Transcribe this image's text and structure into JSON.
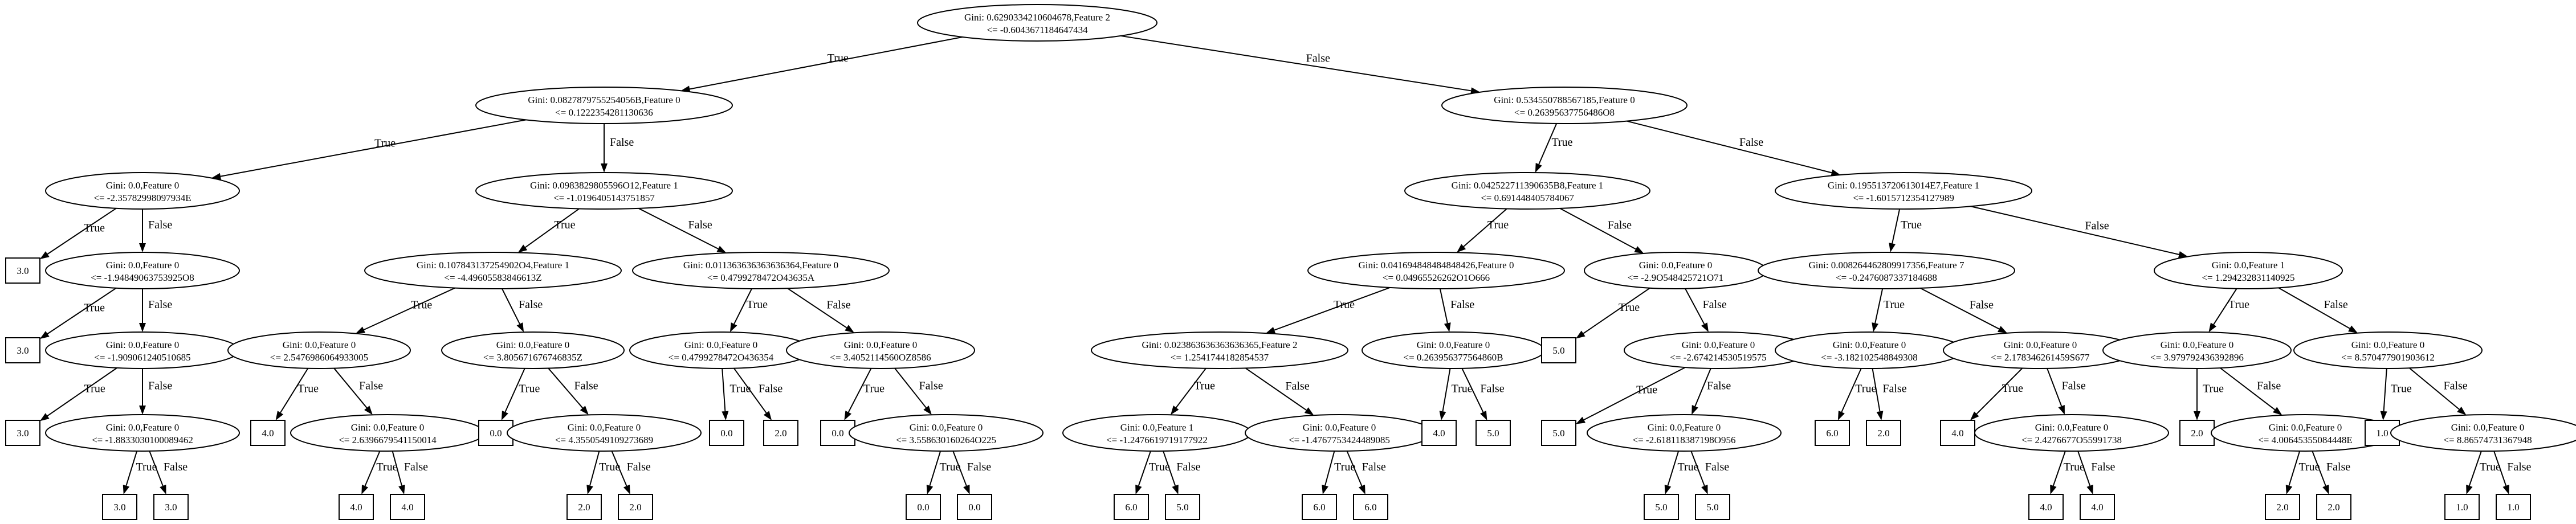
{
  "tree": {
    "nodes": [
      {
        "id": "root",
        "l1": "Gini: 0.6290334210604678,Feature 2",
        "l2": "<= -0.6043671184647434"
      },
      {
        "id": "n1",
        "l1": "Gini: 0.0827879755254056B,Feature 0",
        "l2": "<= 0.1222354281130636"
      },
      {
        "id": "n2",
        "l1": "Gini: 0.534550788567185,Feature 0",
        "l2": "<= 0.26395637756486O8"
      },
      {
        "id": "n3",
        "l1": "Gini: 0.0,Feature 0",
        "l2": "<= -2.35782998097934E"
      },
      {
        "id": "n4",
        "l1": "Gini: 0.0983829805596O12,Feature 1",
        "l2": "<= -1.0196405143751857"
      },
      {
        "id": "n5",
        "l1": "Gini: 0.042522711390635B8,Feature 1",
        "l2": "<= 0.691448405784067"
      },
      {
        "id": "n6",
        "l1": "Gini: 0.195513720613014E7,Feature 1",
        "l2": "<= -1.6015712354127989"
      },
      {
        "id": "n7",
        "l1": "3.0"
      },
      {
        "id": "n8",
        "l1": "Gini: 0.0,Feature 0",
        "l2": "<= -1.94849063753925O8"
      },
      {
        "id": "n9",
        "l1": "Gini: 0.107843137254902O4,Feature 1",
        "l2": "<= -4.49605583846613Z"
      },
      {
        "id": "n10",
        "l1": "Gini: 0.011363636363636364,Feature 0",
        "l2": "<= 0.4799278472O43635A"
      },
      {
        "id": "n11",
        "l1": "Gini: 0.041694848484848426,Feature 0",
        "l2": "<= 0.04965526262O1O666"
      },
      {
        "id": "n12",
        "l1": "Gini: 0.0,Feature 0",
        "l2": "<= -2.9O548425721O71"
      },
      {
        "id": "n13",
        "l1": "Gini: 0.008264462809917356,Feature 7",
        "l2": "<= -0.2476087337184688"
      },
      {
        "id": "n14",
        "l1": "Gini: 0.0,Feature 1",
        "l2": "<= 1.294232831140925"
      },
      {
        "id": "n15",
        "l1": "3.0"
      },
      {
        "id": "n16",
        "l1": "Gini: 0.0,Feature 0",
        "l2": "<= -1.909061240510685"
      },
      {
        "id": "n17",
        "l1": "Gini: 0.0,Feature 0",
        "l2": "<= 2.5476986064933005"
      },
      {
        "id": "n18",
        "l1": "Gini: 0.0,Feature 0",
        "l2": "<= 3.805671676746835Z"
      },
      {
        "id": "n19",
        "l1": "Gini: 0.0,Feature 0",
        "l2": "<= 0.4799278472O436354"
      },
      {
        "id": "n20",
        "l1": "Gini: 0.0,Feature 0",
        "l2": "<= 3.4052114560OZ8586"
      },
      {
        "id": "n21",
        "l1": "Gini: 0.023863636363636365,Feature 2",
        "l2": "<= 1.2541744182854537"
      },
      {
        "id": "n22",
        "l1": "Gini: 0.0,Feature 0",
        "l2": "<= 0.263956377564860B"
      },
      {
        "id": "n23",
        "l1": "5.0"
      },
      {
        "id": "n24",
        "l1": "Gini: 0.0,Feature 0",
        "l2": "<= -2.674214530519575"
      },
      {
        "id": "n25",
        "l1": "Gini: 0.0,Feature 0",
        "l2": "<= -3.182102548849308"
      },
      {
        "id": "n26",
        "l1": "Gini: 0.0,Feature 0",
        "l2": "<= 2.178346261459S677"
      },
      {
        "id": "n27",
        "l1": "Gini: 0.0,Feature 0",
        "l2": "<= 3.979792436392896"
      },
      {
        "id": "n28",
        "l1": "Gini: 0.0,Feature 0",
        "l2": "<= 8.570477901903612"
      },
      {
        "id": "n29",
        "l1": "3.0"
      },
      {
        "id": "n30",
        "l1": "Gini: 0.0,Feature 0",
        "l2": "<= -1.8833030100089462"
      },
      {
        "id": "n31",
        "l1": "4.0"
      },
      {
        "id": "n32",
        "l1": "Gini: 0.0,Feature 0",
        "l2": "<= 2.6396679541150014"
      },
      {
        "id": "n33",
        "l1": "0.0"
      },
      {
        "id": "n34",
        "l1": "Gini: 0.0,Feature 0",
        "l2": "<= 4.3550549109273689"
      },
      {
        "id": "n35",
        "l1": "0.0"
      },
      {
        "id": "n36",
        "l1": "2.0"
      },
      {
        "id": "n37",
        "l1": "0.0"
      },
      {
        "id": "n38",
        "l1": "Gini: 0.0,Feature 0",
        "l2": "<= 3.558630160264O225"
      },
      {
        "id": "n39",
        "l1": "Gini: 0.0,Feature 1",
        "l2": "<= -1.2476619719177922"
      },
      {
        "id": "n40",
        "l1": "Gini: 0.0,Feature 0",
        "l2": "<= -1.4767753424489085"
      },
      {
        "id": "n41",
        "l1": "4.0"
      },
      {
        "id": "n42",
        "l1": "5.0"
      },
      {
        "id": "n43",
        "l1": "5.0"
      },
      {
        "id": "n44",
        "l1": "Gini: 0.0,Feature 0",
        "l2": "<= -2.618118387198O956"
      },
      {
        "id": "n45",
        "l1": "6.0"
      },
      {
        "id": "n46",
        "l1": "2.0"
      },
      {
        "id": "n47",
        "l1": "4.0"
      },
      {
        "id": "n48",
        "l1": "Gini: 0.0,Feature 0",
        "l2": "<= 2.4276677O55991738"
      },
      {
        "id": "n49",
        "l1": "2.0"
      },
      {
        "id": "n50",
        "l1": "Gini: 0.0,Feature 0",
        "l2": "<= 4.00645355084448E"
      },
      {
        "id": "n51",
        "l1": "1.0"
      },
      {
        "id": "n52",
        "l1": "Gini: 0.0,Feature 0",
        "l2": "<= 8.86574731367948"
      },
      {
        "id": "n53",
        "l1": "3.0"
      },
      {
        "id": "n54",
        "l1": "3.0"
      },
      {
        "id": "n55",
        "l1": "4.0"
      },
      {
        "id": "n56",
        "l1": "4.0"
      },
      {
        "id": "n57",
        "l1": "2.0"
      },
      {
        "id": "n58",
        "l1": "2.0"
      },
      {
        "id": "n59",
        "l1": "0.0"
      },
      {
        "id": "n60",
        "l1": "0.0"
      },
      {
        "id": "n61",
        "l1": "6.0"
      },
      {
        "id": "n62",
        "l1": "5.0"
      },
      {
        "id": "n63",
        "l1": "6.0"
      },
      {
        "id": "n64",
        "l1": "6.0"
      },
      {
        "id": "n65",
        "l1": "5.0"
      },
      {
        "id": "n66",
        "l1": "5.0"
      },
      {
        "id": "n67",
        "l1": "4.0"
      },
      {
        "id": "n68",
        "l1": "4.0"
      },
      {
        "id": "n69",
        "l1": "2.0"
      },
      {
        "id": "n70",
        "l1": "2.0"
      },
      {
        "id": "n71",
        "l1": "1.0"
      },
      {
        "id": "n72",
        "l1": "1.0"
      }
    ],
    "edges": [
      {
        "from": "root",
        "to": "n1",
        "label": "True"
      },
      {
        "from": "root",
        "to": "n2",
        "label": "False"
      },
      {
        "from": "n1",
        "to": "n3",
        "label": "True"
      },
      {
        "from": "n1",
        "to": "n4",
        "label": "False"
      },
      {
        "from": "n2",
        "to": "n5",
        "label": "True"
      },
      {
        "from": "n2",
        "to": "n6",
        "label": "False"
      },
      {
        "from": "n3",
        "to": "n7",
        "label": "True"
      },
      {
        "from": "n3",
        "to": "n8",
        "label": "False"
      },
      {
        "from": "n4",
        "to": "n9",
        "label": "True"
      },
      {
        "from": "n4",
        "to": "n10",
        "label": "False"
      },
      {
        "from": "n5",
        "to": "n11",
        "label": "True"
      },
      {
        "from": "n5",
        "to": "n12",
        "label": "False"
      },
      {
        "from": "n6",
        "to": "n13",
        "label": "True"
      },
      {
        "from": "n6",
        "to": "n14",
        "label": "False"
      },
      {
        "from": "n8",
        "to": "n15",
        "label": "True"
      },
      {
        "from": "n8",
        "to": "n16",
        "label": "False"
      },
      {
        "from": "n9",
        "to": "n17",
        "label": "True"
      },
      {
        "from": "n9",
        "to": "n18",
        "label": "False"
      },
      {
        "from": "n10",
        "to": "n19",
        "label": "True"
      },
      {
        "from": "n10",
        "to": "n20",
        "label": "False"
      },
      {
        "from": "n11",
        "to": "n21",
        "label": "True"
      },
      {
        "from": "n11",
        "to": "n22",
        "label": "False"
      },
      {
        "from": "n12",
        "to": "n23",
        "label": "True"
      },
      {
        "from": "n12",
        "to": "n24",
        "label": "False"
      },
      {
        "from": "n13",
        "to": "n25",
        "label": "True"
      },
      {
        "from": "n13",
        "to": "n26",
        "label": "False"
      },
      {
        "from": "n14",
        "to": "n27",
        "label": "True"
      },
      {
        "from": "n14",
        "to": "n28",
        "label": "False"
      },
      {
        "from": "n16",
        "to": "n29",
        "label": "True"
      },
      {
        "from": "n16",
        "to": "n30",
        "label": "False"
      },
      {
        "from": "n17",
        "to": "n31",
        "label": "True"
      },
      {
        "from": "n17",
        "to": "n32",
        "label": "False"
      },
      {
        "from": "n18",
        "to": "n33",
        "label": "True"
      },
      {
        "from": "n18",
        "to": "n34",
        "label": "False"
      },
      {
        "from": "n19",
        "to": "n35",
        "label": "True"
      },
      {
        "from": "n19",
        "to": "n36",
        "label": "False"
      },
      {
        "from": "n20",
        "to": "n37",
        "label": "True"
      },
      {
        "from": "n20",
        "to": "n38",
        "label": "False"
      },
      {
        "from": "n21",
        "to": "n39",
        "label": "True"
      },
      {
        "from": "n21",
        "to": "n40",
        "label": "False"
      },
      {
        "from": "n22",
        "to": "n41",
        "label": "True"
      },
      {
        "from": "n22",
        "to": "n42",
        "label": "False"
      },
      {
        "from": "n24",
        "to": "n43",
        "label": "True"
      },
      {
        "from": "n24",
        "to": "n44",
        "label": "False"
      },
      {
        "from": "n25",
        "to": "n45",
        "label": "True"
      },
      {
        "from": "n25",
        "to": "n46",
        "label": "False"
      },
      {
        "from": "n26",
        "to": "n47",
        "label": "True"
      },
      {
        "from": "n26",
        "to": "n48",
        "label": "False"
      },
      {
        "from": "n27",
        "to": "n49",
        "label": "True"
      },
      {
        "from": "n27",
        "to": "n50",
        "label": "False"
      },
      {
        "from": "n28",
        "to": "n51",
        "label": "True"
      },
      {
        "from": "n28",
        "to": "n52",
        "label": "False"
      },
      {
        "from": "n30",
        "to": "n53",
        "label": "True"
      },
      {
        "from": "n30",
        "to": "n54",
        "label": "False"
      },
      {
        "from": "n32",
        "to": "n55",
        "label": "True"
      },
      {
        "from": "n32",
        "to": "n56",
        "label": "False"
      },
      {
        "from": "n34",
        "to": "n57",
        "label": "True"
      },
      {
        "from": "n34",
        "to": "n58",
        "label": "False"
      },
      {
        "from": "n38",
        "to": "n59",
        "label": "True"
      },
      {
        "from": "n38",
        "to": "n60",
        "label": "False"
      },
      {
        "from": "n39",
        "to": "n61",
        "label": "True"
      },
      {
        "from": "n39",
        "to": "n62",
        "label": "False"
      },
      {
        "from": "n40",
        "to": "n63",
        "label": "True"
      },
      {
        "from": "n40",
        "to": "n64",
        "label": "False"
      },
      {
        "from": "n44",
        "to": "n65",
        "label": "True"
      },
      {
        "from": "n44",
        "to": "n66",
        "label": "False"
      },
      {
        "from": "n48",
        "to": "n67",
        "label": "True"
      },
      {
        "from": "n48",
        "to": "n68",
        "label": "False"
      },
      {
        "from": "n50",
        "to": "n69",
        "label": "True"
      },
      {
        "from": "n50",
        "to": "n70",
        "label": "False"
      },
      {
        "from": "n52",
        "to": "n71",
        "label": "True"
      },
      {
        "from": "n52",
        "to": "n72",
        "label": "False"
      }
    ]
  }
}
